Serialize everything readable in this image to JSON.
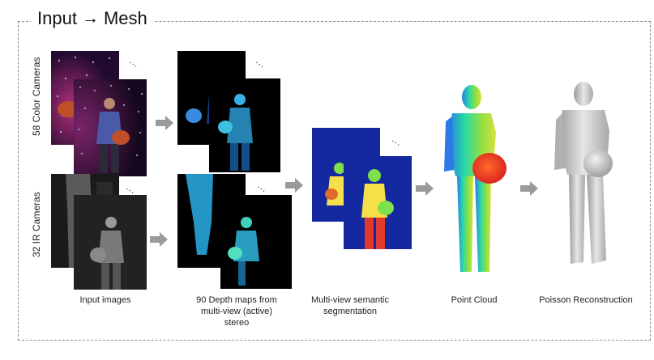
{
  "title": {
    "left": "Input",
    "arrow": "→",
    "right": "Mesh"
  },
  "rows": {
    "color_cameras": "58 Color Cameras",
    "ir_cameras": "32 IR Cameras"
  },
  "ellipsis": "...",
  "captions": {
    "input_images": "Input images",
    "depth_maps_line1": "90 Depth maps from",
    "depth_maps_line2": "multi-view (active)",
    "depth_maps_line3": "stereo",
    "segmentation_line1": "Multi-view semantic",
    "segmentation_line2": "segmentation",
    "point_cloud": "Point Cloud",
    "poisson": "Poisson Reconstruction"
  },
  "colors": {
    "frame": "#8a8a8a",
    "arrow": "#9a9a9a",
    "seg_background": "#1428a0",
    "seg_head": "#7ee04a",
    "seg_torso": "#f5e04a",
    "seg_legs": "#e23a2a",
    "seg_ball": "#e06a2a"
  }
}
